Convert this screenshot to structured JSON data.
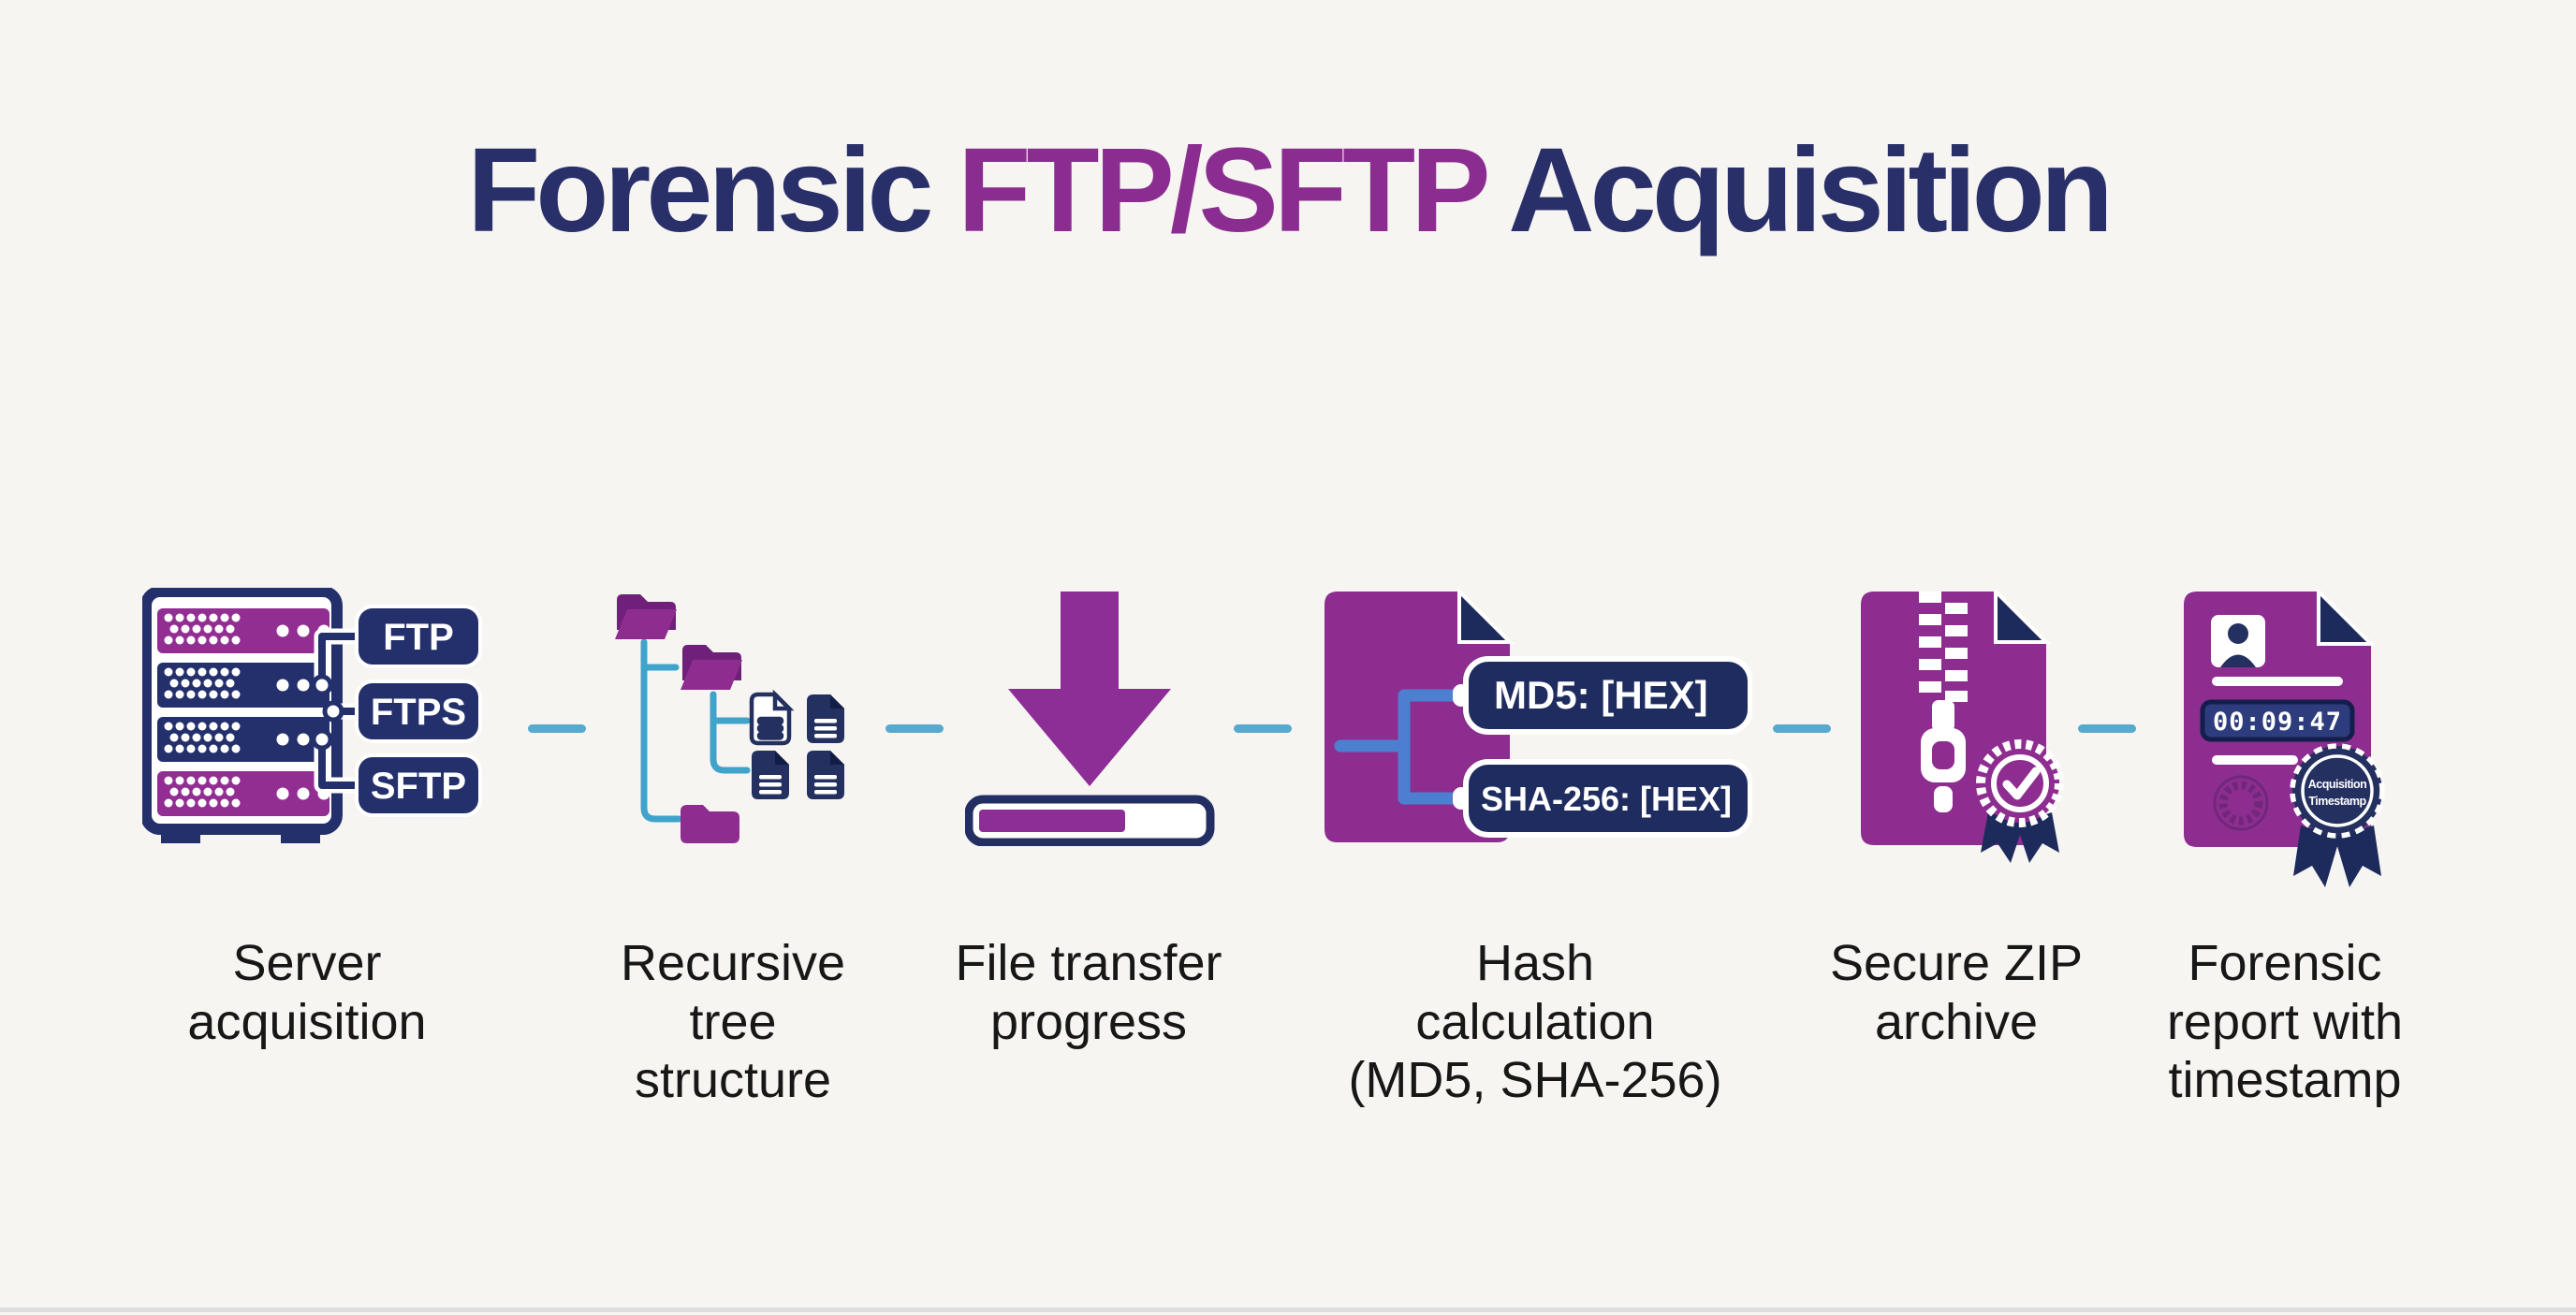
{
  "header": {
    "title_part1": "Forensic",
    "title_part2": "FTP/SFTP",
    "title_part3": "Acquisition"
  },
  "steps": [
    {
      "id": "server-acquisition",
      "caption": "Server\nacquisition",
      "protocol_labels": [
        "FTP",
        "FTPS",
        "SFTP"
      ]
    },
    {
      "id": "recursive-tree",
      "caption": "Recursive\ntree\nstructure"
    },
    {
      "id": "file-transfer",
      "caption": "File transfer\nprogress"
    },
    {
      "id": "hash-calculation",
      "caption": "Hash\ncalculation\n(MD5, SHA-256)",
      "hash_labels": [
        "MD5: [HEX]",
        "SHA-256: [HEX]"
      ]
    },
    {
      "id": "secure-zip",
      "caption": "Secure ZIP\narchive"
    },
    {
      "id": "forensic-report",
      "caption": "Forensic\nreport with\ntimestamp",
      "timestamp": "00:09:47",
      "badge_line1": "Acquisition",
      "badge_line2": "Timestamp"
    }
  ],
  "colors": {
    "background": "#f7f5f2",
    "navy": "#24306b",
    "navy_dark": "#1d2a5c",
    "purple": "#8e2d90",
    "title_navy": "#293069",
    "title_purple": "#8b2d90",
    "tree_cyan": "#3fa3cc",
    "connector_cyan": "#57aacd",
    "hash_branch_blue": "#4d7fd0",
    "caption_text": "#171717"
  }
}
